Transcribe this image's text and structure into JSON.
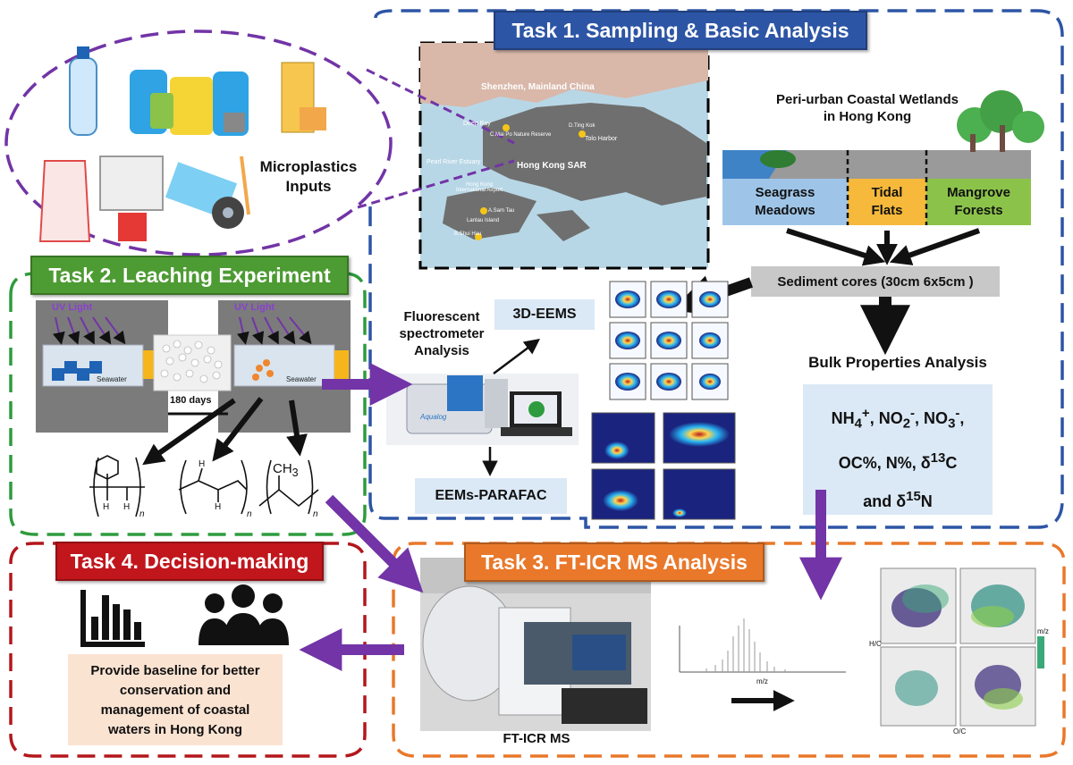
{
  "colors": {
    "task1": "#2d55a5",
    "task2": "#4d9b33",
    "task3": "#e9782a",
    "task4": "#c0161c",
    "arrow_purple": "#7234a6",
    "seagrass": "#9ec5e8",
    "tidal": "#f6b93b",
    "mangrove": "#8bc34a",
    "light_blue_box": "#dbe9f6",
    "peach_box": "#fbe3d2",
    "sediment_box": "#c8c8c8"
  },
  "microplastics": {
    "label_line1": "Microplastics",
    "label_line2": "Inputs"
  },
  "task1": {
    "title": "Task 1. Sampling & Basic Analysis",
    "map": {
      "region_label": "Shenzhen, Mainland China",
      "deep_bay": "Deep Bay",
      "mai_po": "C.Mai Po Nature Reserve",
      "ting_kok": "D.Ting Kok",
      "tolo": "Tolo Harbor",
      "pearl": "Pearl River Estuary",
      "hk_sar": "Hong Kong SAR",
      "airport_line1": "Hong Kong",
      "airport_line2": "International Airport",
      "san_tau": "A.Sam Tau",
      "lantau": "Lantau Island",
      "shui_hau": "B.Shui Hau"
    },
    "wetlands": {
      "title_line1": "Peri-urban Coastal Wetlands",
      "title_line2": "in Hong Kong",
      "seagrass_line1": "Seagrass",
      "seagrass_line2": "Meadows",
      "tidal_line1": "Tidal",
      "tidal_line2": "Flats",
      "mangrove_line1": "Mangrove",
      "mangrove_line2": "Forests"
    },
    "sediment": "Sediment cores (30cm 6x5cm )",
    "bulk_title": "Bulk Properties Analysis",
    "fluorescent_line1": "Fluorescent",
    "fluorescent_line2": "spectrometer",
    "fluorescent_line3": "Analysis",
    "eems_3d": "3D-EEMS",
    "eems_parafac": "EEMs-PARAFAC",
    "instrument_brand": "Aqualog"
  },
  "task2": {
    "title": "Task 2. Leaching Experiment",
    "uv_left": "UV Light",
    "uv_right": "UV Light",
    "seawater_left": "Seawater",
    "seawater_right": "Seawater",
    "days": "180 days",
    "ch3": "CH",
    "ch3_sub": "3",
    "h": "H",
    "n": "n"
  },
  "task3": {
    "title": "Task 3. FT-ICR MS Analysis",
    "instrument_label": "FT-ICR MS",
    "spectrum_xlabel": "m/z",
    "vk_ylabel": "H/C",
    "vk_xlabel": "O/C",
    "vk_legend_title": "m/z"
  },
  "task4": {
    "title": "Task 4. Decision-making",
    "text_line1": "Provide baseline for better",
    "text_line2": "conservation and",
    "text_line3": "management of coastal",
    "text_line4": "waters in Hong Kong"
  }
}
